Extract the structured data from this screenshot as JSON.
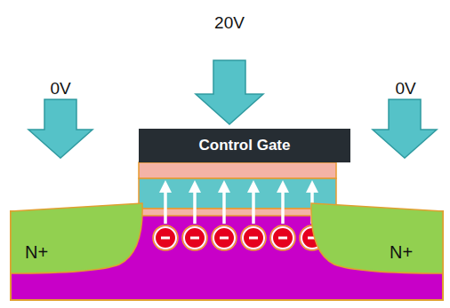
{
  "diagram": {
    "nodes": [
      {
        "text": [
          "Control Gate"
        ]
      },
      {
        "text": [
          "N+"
        ]
      },
      {
        "text": [
          "N+"
        ]
      }
    ],
    "edges": [],
    "labels": [
      "20V",
      "0V",
      "0V"
    ]
  }
}
